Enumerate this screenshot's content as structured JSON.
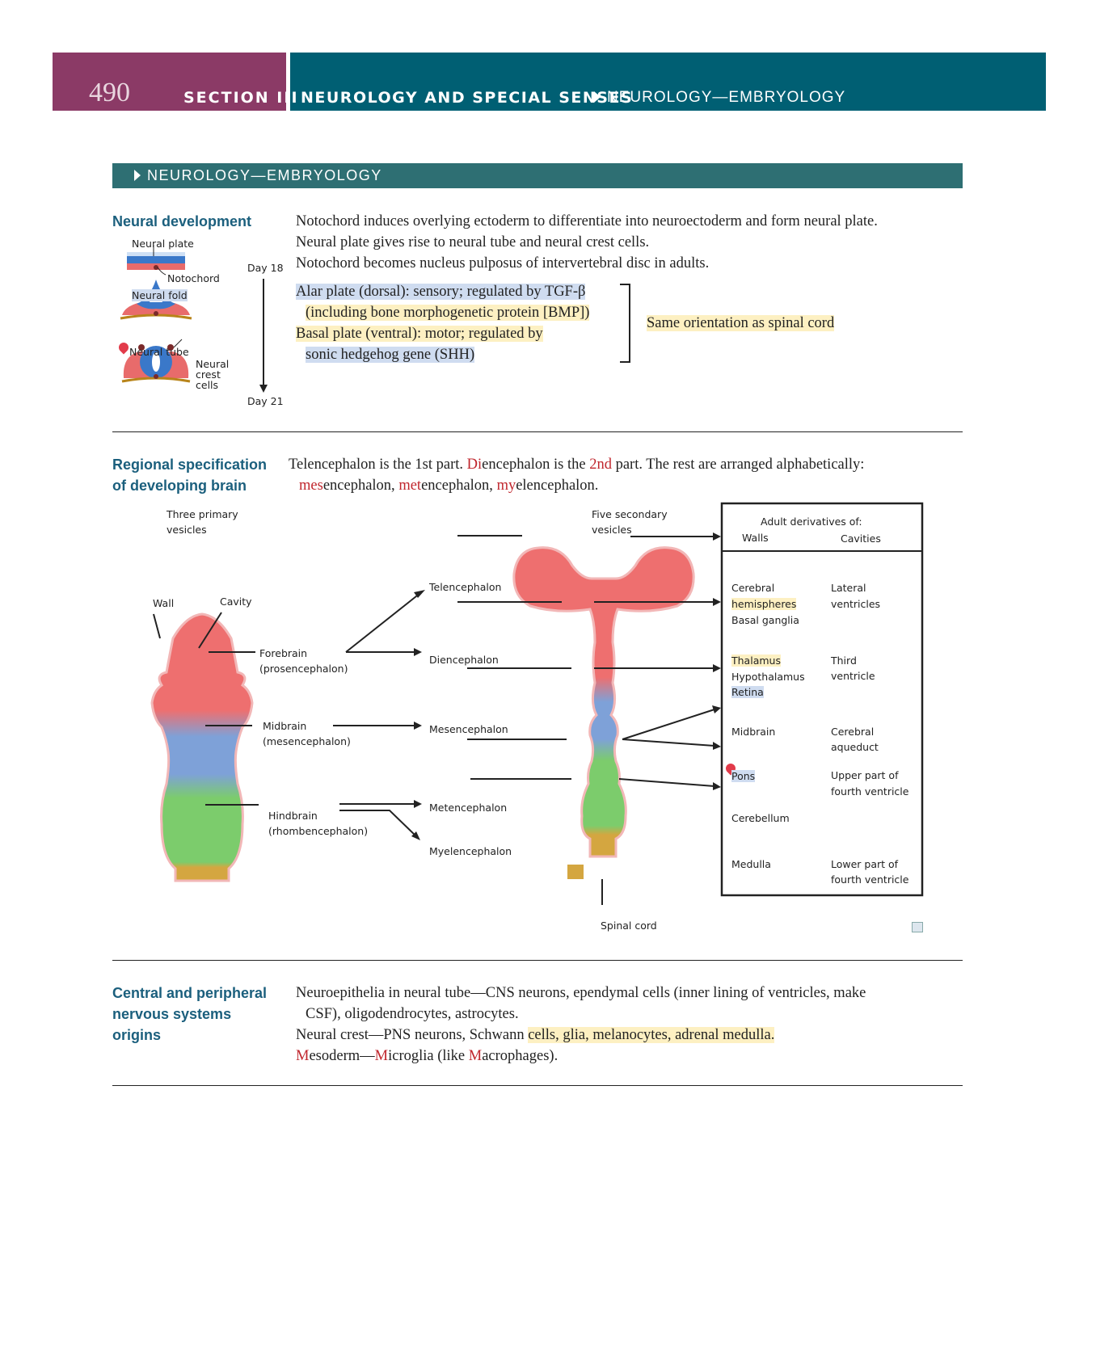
{
  "header": {
    "page_number": "490",
    "section": "SECTION III",
    "chapter": "NEUROLOGY AND SPECIAL SENSES",
    "crumb": "NEUROLOGY—EMBRYOLOGY"
  },
  "section_bar": "NEUROLOGY—EMBRYOLOGY",
  "neural_development": {
    "title": "Neural development",
    "lines": [
      "Notochord induces overlying ectoderm to differentiate into neuroectoderm and form neural plate.",
      "Neural plate gives rise to neural tube and neural crest cells.",
      "Notochord becomes nucleus pulposus of intervertebral disc in adults."
    ],
    "plates": [
      "Alar plate (dorsal): sensory; regulated by TGF-β",
      "(including bone morphogenetic protein [BMP])",
      "Basal plate (ventral): motor; regulated by",
      "sonic hedgehog gene (SHH)"
    ],
    "orientation_note": "Same orientation as spinal cord",
    "figure": {
      "neural_plate": "Neural plate",
      "notochord": "Notochord",
      "neural_fold": "Neural fold",
      "neural_tube": "Neural tube",
      "neural_crest_1": "Neural",
      "neural_crest_2": "crest",
      "neural_crest_3": "cells",
      "day_start": "Day 18",
      "day_end": "Day 21"
    }
  },
  "regional": {
    "title_1": "Regional specification",
    "title_2": "of developing brain",
    "line1_a": "Telencephalon is the 1st part. ",
    "line1_b": "Di",
    "line1_c": "encephalon is the ",
    "line1_d": "2nd",
    "line1_e": " part. The rest are arranged alphabetically:",
    "line2_a": "mes",
    "line2_b": "encephalon, ",
    "line2_c": "met",
    "line2_d": "encephalon, ",
    "line2_e": "my",
    "line2_f": "elencephalon.",
    "figure": {
      "primary_1": "Three primary",
      "primary_2": "vesicles",
      "secondary_1": "Five secondary",
      "secondary_2": "vesicles",
      "wall": "Wall",
      "cavity": "Cavity",
      "forebrain_1": "Forebrain",
      "forebrain_2": "(prosencephalon)",
      "midbrain_1": "Midbrain",
      "midbrain_2": "(mesencephalon)",
      "hindbrain_1": "Hindbrain",
      "hindbrain_2": "(rhombencephalon)",
      "telencephalon": "Telencephalon",
      "diencephalon": "Diencephalon",
      "mesencephalon": "Mesencephalon",
      "metencephalon": "Metencephalon",
      "myelencephalon": "Myelencephalon",
      "spinal_cord": "Spinal cord",
      "table_title": "Adult derivatives of:",
      "col_walls": "Walls",
      "col_cavities": "Cavities",
      "w_cerebral": "Cerebral",
      "w_hemispheres": "hemispheres",
      "w_basal": "Basal ganglia",
      "c_lateral_1": "Lateral",
      "c_lateral_2": "ventricles",
      "w_thalamus": "Thalamus",
      "w_hypothalamus": "Hypothalamus",
      "w_retina": "Retina",
      "c_third_1": "Third",
      "c_third_2": "ventricle",
      "w_midbrain": "Midbrain",
      "c_aqueduct_1": "Cerebral",
      "c_aqueduct_2": "aqueduct",
      "w_pons": "Pons",
      "c_upper_1": "Upper part of",
      "c_upper_2": "fourth ventricle",
      "w_cerebellum": "Cerebellum",
      "w_medulla": "Medulla",
      "c_lower_1": "Lower part of",
      "c_lower_2": "fourth ventricle"
    }
  },
  "origins": {
    "title_1": "Central and peripheral",
    "title_2": "nervous systems",
    "title_3": "origins",
    "l1": "Neuroepithelia in neural tube—CNS neurons, ependymal cells (inner lining of ventricles, make",
    "l2": "CSF), oligodendrocytes, astrocytes.",
    "l3_a": "Neural crest—PNS neurons, Schwann ",
    "l3_b": "cells, glia, melanocytes, adrenal medulla.",
    "l4_a": "M",
    "l4_b": "esoderm—",
    "l4_c": "M",
    "l4_d": "icroglia (like ",
    "l4_e": "M",
    "l4_f": "acrophages)."
  },
  "colors": {
    "header_magenta": "#8b3a66",
    "header_teal": "#005f73",
    "section_bar": "#2e6f73",
    "topic_blue": "#1b5f7d",
    "forebrain_red": "#ee6f6f",
    "midbrain_blue": "#7ea1d8",
    "hindbrain_green": "#7ccc6c",
    "highlight_yellow": "#fdf0c2",
    "highlight_blue": "#cfdcf0"
  }
}
